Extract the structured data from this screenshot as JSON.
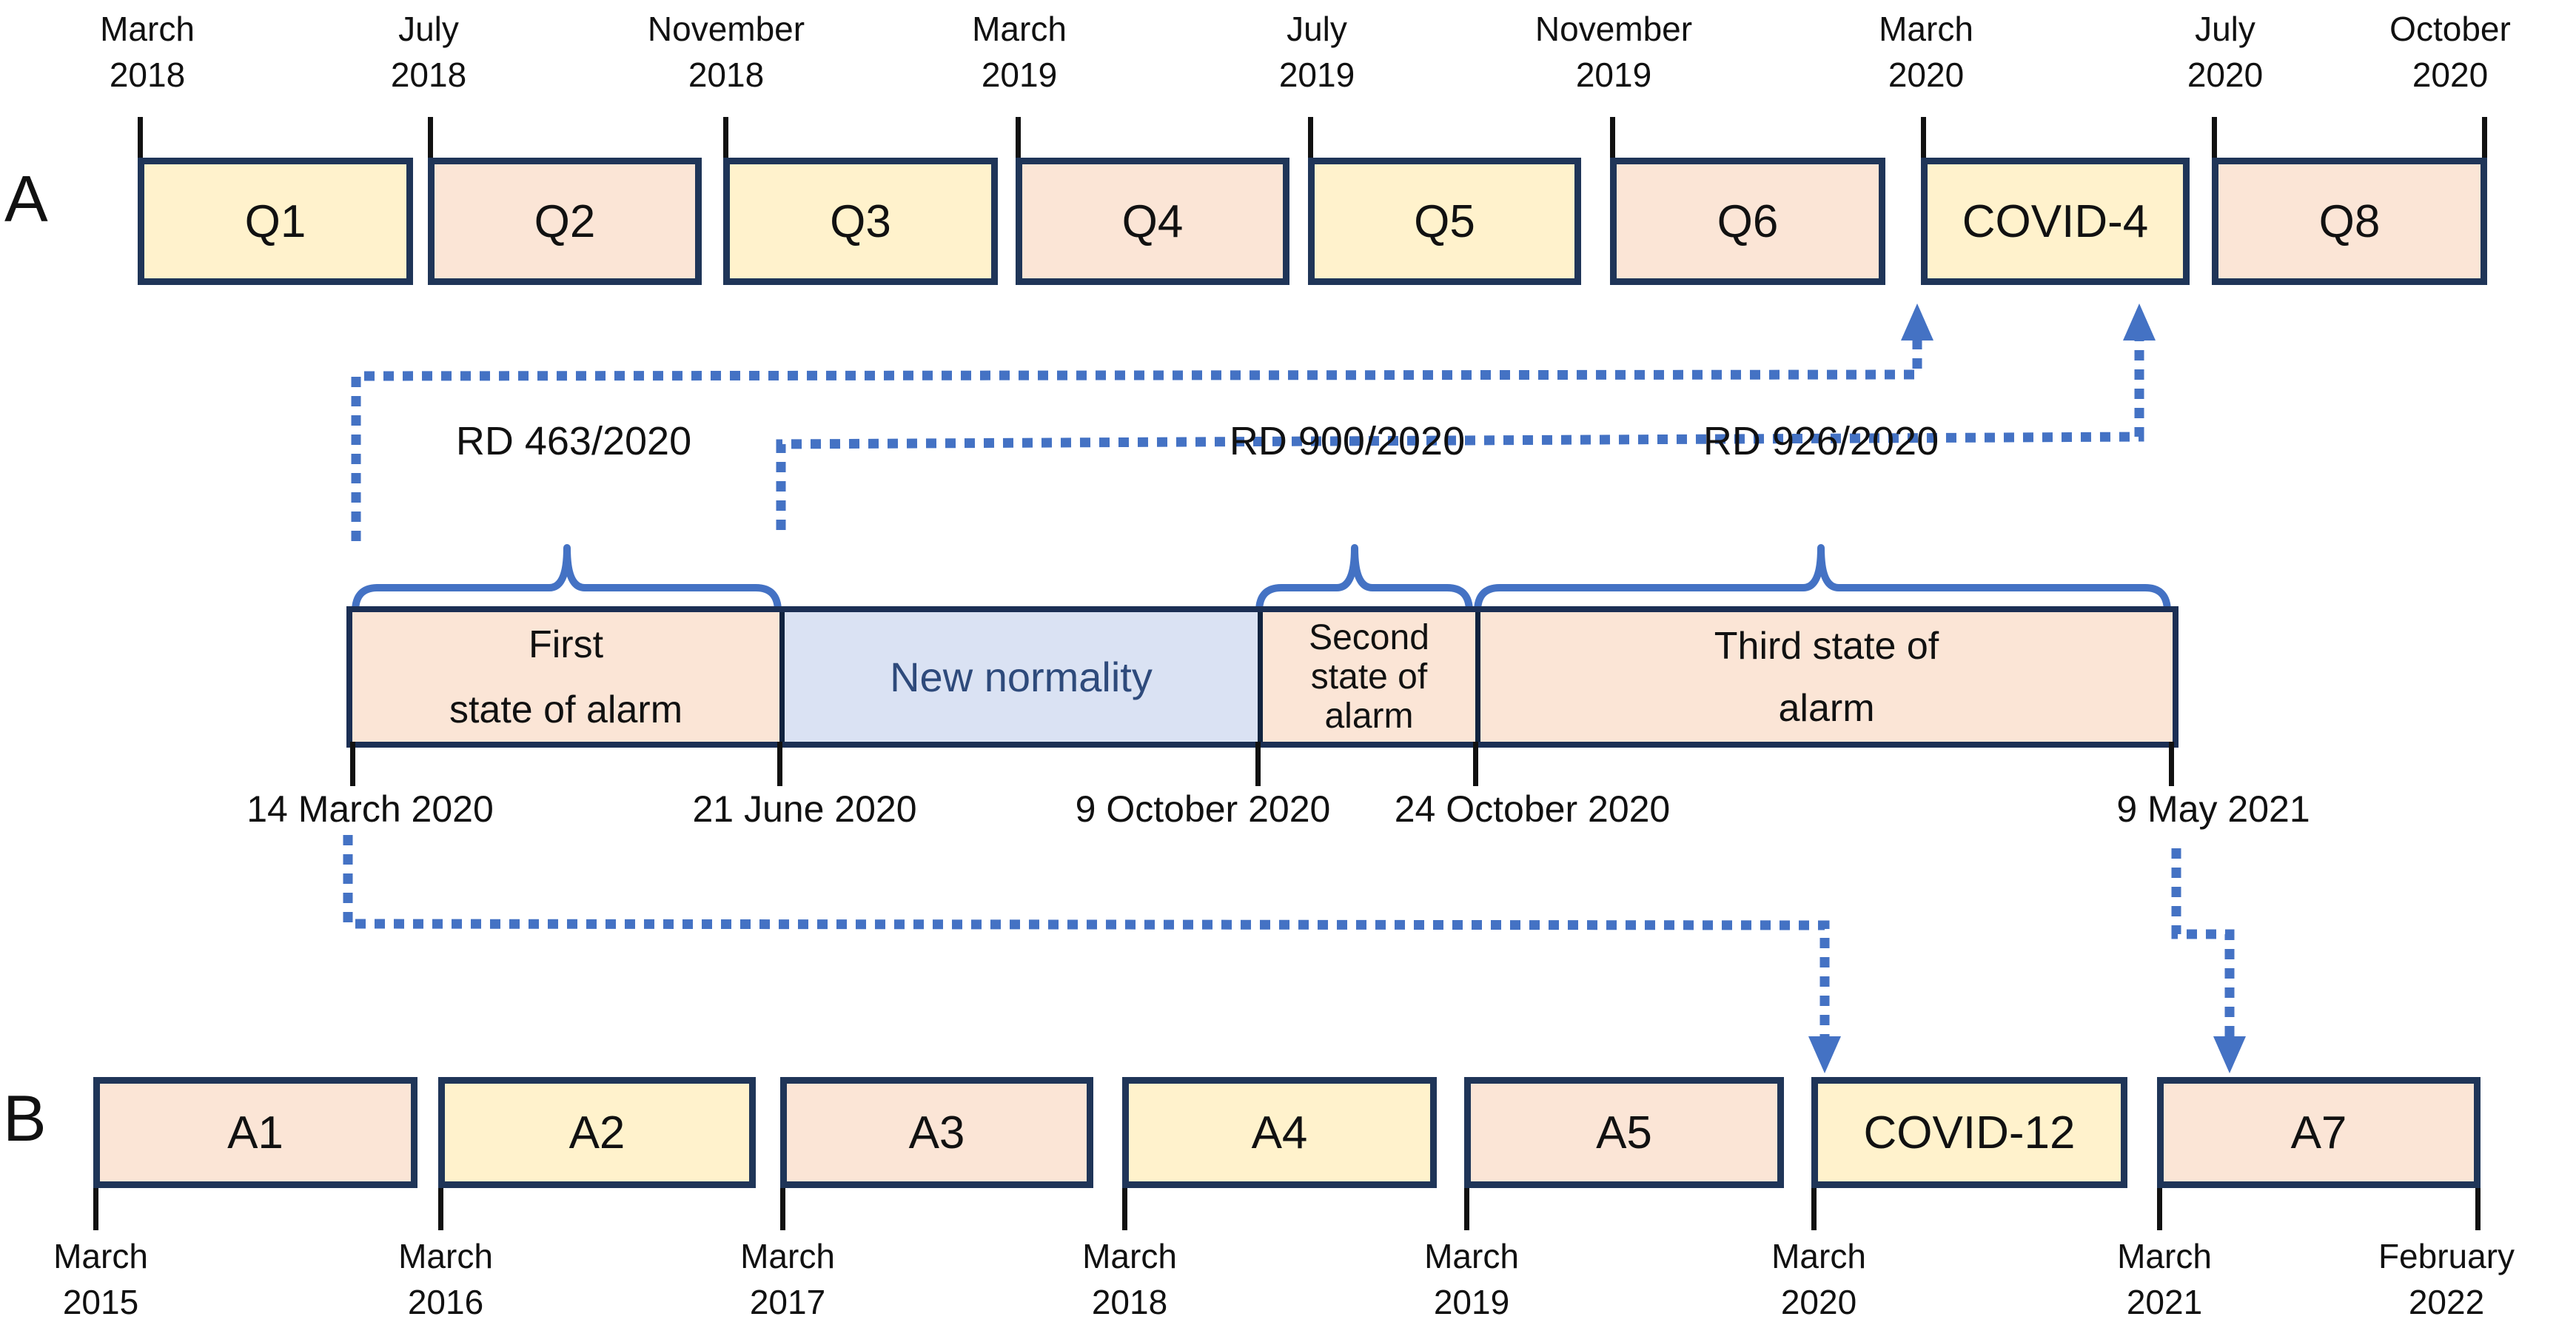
{
  "panels": {
    "a_label": "A",
    "b_label": "B"
  },
  "colors": {
    "box_yellow": "#fff2cc",
    "box_pink": "#fbe5d6",
    "new_normality_fill": "#dae2f3",
    "new_normality_text": "#2e4a7b",
    "box_border_navy": "#1f3558",
    "connector_blue": "#4472c4",
    "tick_black": "#111111"
  },
  "timeline_a": {
    "ticks": [
      {
        "month": "March",
        "year": "2018"
      },
      {
        "month": "July",
        "year": "2018"
      },
      {
        "month": "November",
        "year": "2018"
      },
      {
        "month": "March",
        "year": "2019"
      },
      {
        "month": "July",
        "year": "2019"
      },
      {
        "month": "November",
        "year": "2019"
      },
      {
        "month": "March",
        "year": "2020"
      },
      {
        "month": "July",
        "year": "2020"
      },
      {
        "month": "October",
        "year": "2020"
      }
    ],
    "boxes": [
      {
        "label": "Q1"
      },
      {
        "label": "Q2"
      },
      {
        "label": "Q3"
      },
      {
        "label": "Q4"
      },
      {
        "label": "Q5"
      },
      {
        "label": "Q6"
      },
      {
        "label": "COVID-4"
      },
      {
        "label": "Q8"
      }
    ]
  },
  "alarm_bar": {
    "decrees": [
      {
        "label": "RD 463/2020"
      },
      {
        "label": "RD 900/2020"
      },
      {
        "label": "RD 926/2020"
      }
    ],
    "segments": [
      {
        "name": "first-state-of-alarm",
        "line1": "First",
        "line2": "state of alarm"
      },
      {
        "name": "new-normality",
        "line1": "New normality"
      },
      {
        "name": "second-state-of-alarm",
        "line1": "Second",
        "line2": "state of",
        "line3": "alarm"
      },
      {
        "name": "third-state-of-alarm",
        "line1": "Third state of",
        "line2": "alarm"
      }
    ],
    "dates": [
      {
        "label": "14 March 2020"
      },
      {
        "label": "21 June 2020"
      },
      {
        "label": "9 October 2020"
      },
      {
        "label": "24 October 2020"
      },
      {
        "label": "9 May 2021"
      }
    ]
  },
  "timeline_b": {
    "ticks": [
      {
        "month": "March",
        "year": "2015"
      },
      {
        "month": "March",
        "year": "2016"
      },
      {
        "month": "March",
        "year": "2017"
      },
      {
        "month": "March",
        "year": "2018"
      },
      {
        "month": "March",
        "year": "2019"
      },
      {
        "month": "March",
        "year": "2020"
      },
      {
        "month": "March",
        "year": "2021"
      },
      {
        "month": "February",
        "year": "2022"
      }
    ],
    "boxes": [
      {
        "label": "A1"
      },
      {
        "label": "A2"
      },
      {
        "label": "A3"
      },
      {
        "label": "A4"
      },
      {
        "label": "A5"
      },
      {
        "label": "COVID-12"
      },
      {
        "label": "A7"
      }
    ]
  }
}
